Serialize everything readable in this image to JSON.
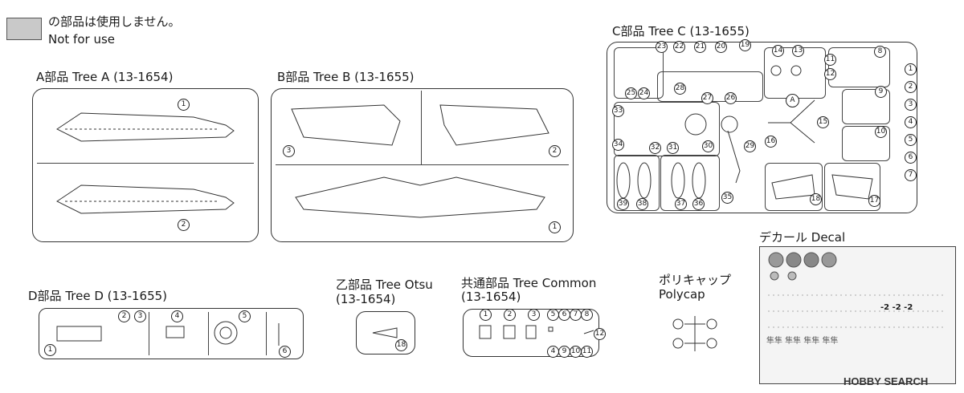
{
  "legend": {
    "jp": "の部品は使用しません。",
    "en": "Not for use"
  },
  "trees": {
    "a": {
      "title": "A部品 Tree A (13-1654)",
      "nums": [
        "1",
        "2"
      ]
    },
    "b": {
      "title": "B部品 Tree B (13-1655)",
      "nums": [
        "3",
        "2",
        "1"
      ]
    },
    "c": {
      "title": "C部品 Tree C (13-1655)",
      "nums": [
        "25",
        "24",
        "23",
        "22",
        "21",
        "20",
        "19",
        "14",
        "13",
        "11",
        "12",
        "8",
        "28",
        "27",
        "26",
        "9",
        "33",
        "34",
        "32",
        "31",
        "30",
        "29",
        "16",
        "15",
        "10",
        "39",
        "38",
        "37",
        "36",
        "35",
        "18",
        "17",
        "1",
        "2",
        "3",
        "4",
        "5",
        "6",
        "7"
      ],
      "a_mark": "A"
    },
    "d": {
      "title": "D部品 Tree D (13-1655)",
      "nums": [
        "2",
        "3",
        "4",
        "5",
        "1",
        "6"
      ]
    },
    "otsu": {
      "title": "乙部品 Tree Otsu",
      "code": "(13-1654)",
      "nums": [
        "18"
      ]
    },
    "common": {
      "title": "共通部品 Tree Common",
      "code": "(13-1654)",
      "nums": [
        "1",
        "2",
        "3",
        "5",
        "6",
        "7",
        "8",
        "12",
        "4",
        "9",
        "10",
        "11"
      ]
    },
    "polycap": {
      "title_jp": "ポリキャップ",
      "title_en": "Polycap"
    },
    "decal": {
      "title": "デカール Decal",
      "text_rows": [
        "-2 -2 -2",
        "隼隼 隼隼 隼隼 隼隼"
      ]
    }
  },
  "watermark": {
    "text": "HOBBY SEARCH"
  },
  "colors": {
    "unused": "#c9c9c9",
    "line": "#333333"
  }
}
